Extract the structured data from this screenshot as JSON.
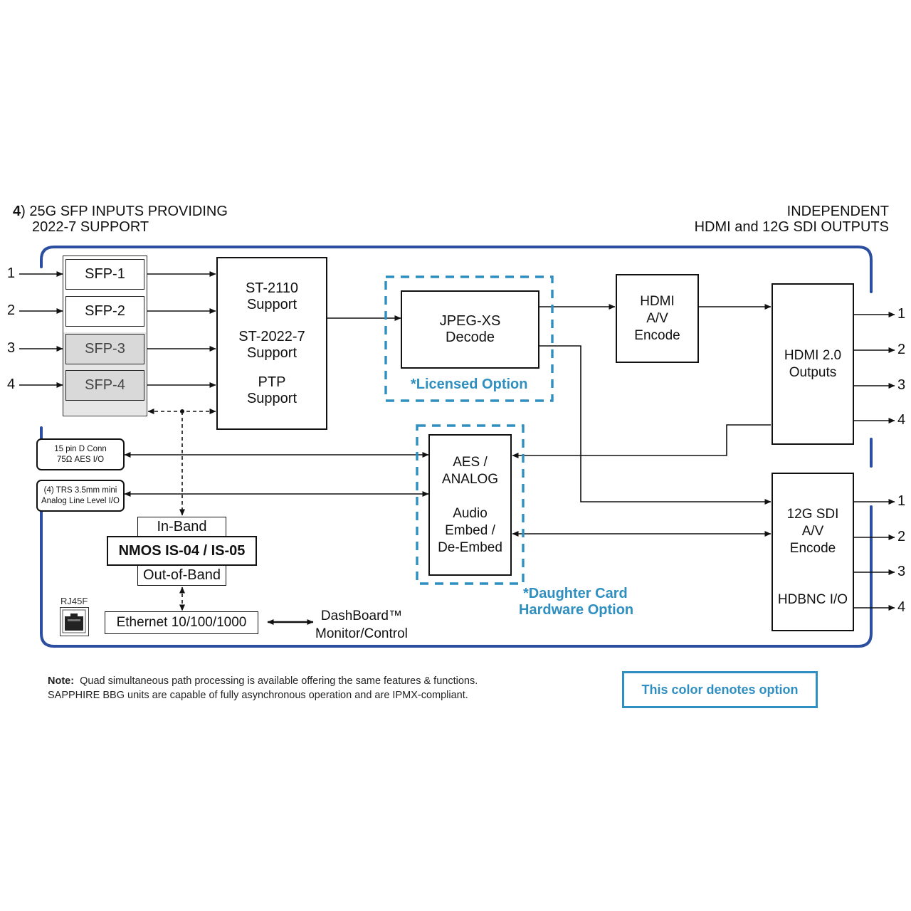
{
  "header": {
    "left_number": "4",
    "left_line1": ") 25G SFP INPUTS PROVIDING",
    "left_line2": "2022-7 SUPPORT",
    "right_line1": "INDEPENDENT",
    "right_line2": "HDMI and 12G SDI OUTPUTS"
  },
  "inputs": {
    "numbers": [
      "1",
      "2",
      "3",
      "4"
    ],
    "sfp": [
      "SFP-1",
      "SFP-2",
      "SFP-3",
      "SFP-4"
    ]
  },
  "st_block": {
    "l1": "ST-2110",
    "l2": "Support",
    "l3": "ST-2022-7",
    "l4": "Support",
    "l5": "PTP",
    "l6": "Support"
  },
  "jpeg": {
    "l1": "JPEG-XS",
    "l2": "Decode",
    "option": "*Licensed Option"
  },
  "hdmi_encode": {
    "l1": "HDMI",
    "l2": "A/V",
    "l3": "Encode"
  },
  "hdmi_outputs": {
    "l1": "HDMI 2.0",
    "l2": "Outputs",
    "numbers": [
      "1",
      "2",
      "3",
      "4"
    ]
  },
  "aes_block": {
    "l1": "AES /",
    "l2": "ANALOG",
    "l3": "Audio",
    "l4": "Embed /",
    "l5": "De-Embed"
  },
  "daughter_option": {
    "l1": "*Daughter Card",
    "l2": "Hardware Option"
  },
  "sdi_block": {
    "l1": "12G SDI",
    "l2": "A/V",
    "l3": "Encode",
    "l4": "HDBNC I/O",
    "numbers": [
      "1",
      "2",
      "3",
      "4"
    ]
  },
  "connectors": {
    "dconn_l1": "15 pin D Conn",
    "dconn_l2": "75Ω AES I/O",
    "trs_l1": "(4) TRS 3.5mm mini",
    "trs_l2": "Analog Line Level I/O"
  },
  "nmos": {
    "in_band": "In-Band",
    "title": "NMOS IS-04 / IS-05",
    "out_band": "Out-of-Band"
  },
  "ethernet": {
    "rj45": "RJ45F",
    "label": "Ethernet 10/100/1000"
  },
  "dashboard": {
    "l1": "DashBoard™",
    "l2": "Monitor/Control"
  },
  "note": {
    "bold": "Note:",
    "line1": "Quad simultaneous path processing is available offering the same features & functions.",
    "line2": "SAPPHIRE BBG units are capable of fully asynchronous operation and are IPMX-compliant."
  },
  "legend": {
    "label": "This color denotes option"
  },
  "colors": {
    "frame": "#2b4ea0",
    "option": "#2e8fc0",
    "line": "#111111",
    "sfp_grey": "#d9d9d9"
  }
}
